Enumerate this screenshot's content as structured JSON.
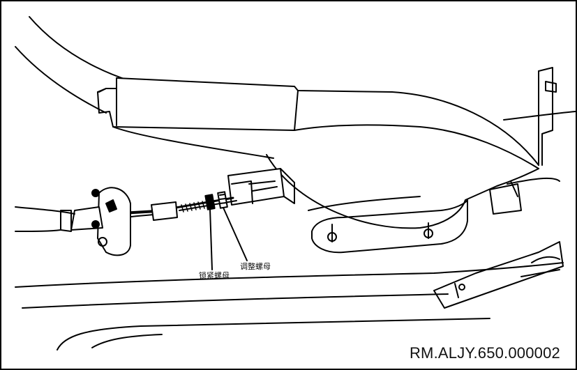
{
  "labels": {
    "lock_nut": "锁紧螺母",
    "adjust_nut": "调整螺母"
  },
  "figure_code": "RM.ALJY.650.000002"
}
